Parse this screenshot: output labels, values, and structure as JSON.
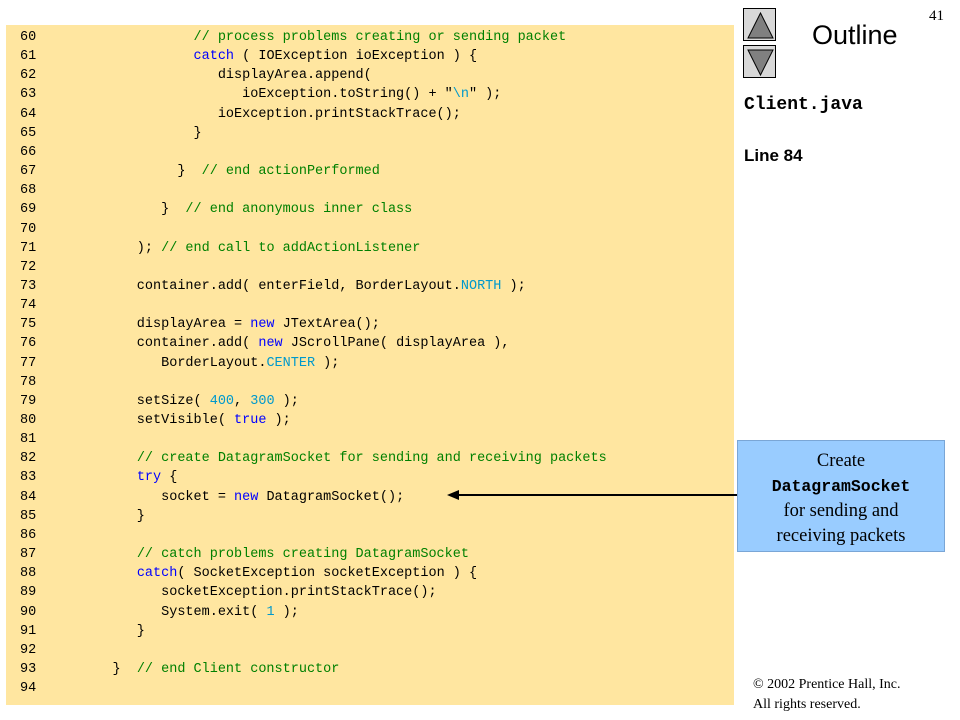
{
  "slide": {
    "number": "41",
    "outline_title": "Outline",
    "file_name": "Client.java",
    "line_ref": "Line 84"
  },
  "callout": {
    "line1": "Create",
    "line2": "DatagramSocket",
    "line3": "for sending and",
    "line4": "receiving packets"
  },
  "footer": {
    "copyright": "© 2002 Prentice Hall, Inc.",
    "rights": "All rights reserved."
  },
  "code": [
    {
      "n": "60",
      "segs": [
        {
          "t": "               "
        },
        {
          "t": "// process problems creating or sending packet",
          "c": "cm"
        }
      ]
    },
    {
      "n": "61",
      "segs": [
        {
          "t": "               "
        },
        {
          "t": "catch",
          "c": "kw"
        },
        {
          "t": " ( IOException ioException ) {"
        }
      ]
    },
    {
      "n": "62",
      "segs": [
        {
          "t": "                  displayArea.append("
        }
      ]
    },
    {
      "n": "63",
      "segs": [
        {
          "t": "                     ioException.toString() + \""
        },
        {
          "t": "\\n",
          "c": "cn"
        },
        {
          "t": "\" );"
        }
      ]
    },
    {
      "n": "64",
      "segs": [
        {
          "t": "                  ioException.printStackTrace();"
        }
      ]
    },
    {
      "n": "65",
      "segs": [
        {
          "t": "               }"
        }
      ]
    },
    {
      "n": "66",
      "segs": []
    },
    {
      "n": "67",
      "segs": [
        {
          "t": "             }  "
        },
        {
          "t": "// end actionPerformed",
          "c": "cm"
        }
      ]
    },
    {
      "n": "68",
      "segs": []
    },
    {
      "n": "69",
      "segs": [
        {
          "t": "           }  "
        },
        {
          "t": "// end anonymous inner class",
          "c": "cm"
        }
      ]
    },
    {
      "n": "70",
      "segs": []
    },
    {
      "n": "71",
      "segs": [
        {
          "t": "        ); "
        },
        {
          "t": "// end call to addActionListener",
          "c": "cm"
        }
      ]
    },
    {
      "n": "72",
      "segs": []
    },
    {
      "n": "73",
      "segs": [
        {
          "t": "        container.add( enterField, BorderLayout."
        },
        {
          "t": "NORTH",
          "c": "cn"
        },
        {
          "t": " );"
        }
      ]
    },
    {
      "n": "74",
      "segs": []
    },
    {
      "n": "75",
      "segs": [
        {
          "t": "        displayArea = "
        },
        {
          "t": "new",
          "c": "kw"
        },
        {
          "t": " JTextArea();"
        }
      ]
    },
    {
      "n": "76",
      "segs": [
        {
          "t": "        container.add( "
        },
        {
          "t": "new",
          "c": "kw"
        },
        {
          "t": " JScrollPane( displayArea ),"
        }
      ]
    },
    {
      "n": "77",
      "segs": [
        {
          "t": "           BorderLayout."
        },
        {
          "t": "CENTER",
          "c": "cn"
        },
        {
          "t": " );"
        }
      ]
    },
    {
      "n": "78",
      "segs": []
    },
    {
      "n": "79",
      "segs": [
        {
          "t": "        setSize( "
        },
        {
          "t": "400",
          "c": "cn"
        },
        {
          "t": ", "
        },
        {
          "t": "300",
          "c": "cn"
        },
        {
          "t": " );"
        }
      ]
    },
    {
      "n": "80",
      "segs": [
        {
          "t": "        setVisible( "
        },
        {
          "t": "true",
          "c": "kw"
        },
        {
          "t": " );"
        }
      ]
    },
    {
      "n": "81",
      "segs": []
    },
    {
      "n": "82",
      "segs": [
        {
          "t": "        "
        },
        {
          "t": "// create DatagramSocket for sending and receiving packets",
          "c": "cm"
        }
      ]
    },
    {
      "n": "83",
      "segs": [
        {
          "t": "        "
        },
        {
          "t": "try",
          "c": "kw"
        },
        {
          "t": " {"
        }
      ]
    },
    {
      "n": "84",
      "segs": [
        {
          "t": "           socket = "
        },
        {
          "t": "new",
          "c": "kw"
        },
        {
          "t": " DatagramSocket();"
        }
      ]
    },
    {
      "n": "85",
      "segs": [
        {
          "t": "        }"
        }
      ]
    },
    {
      "n": "86",
      "segs": []
    },
    {
      "n": "87",
      "segs": [
        {
          "t": "        "
        },
        {
          "t": "// catch problems creating DatagramSocket",
          "c": "cm"
        }
      ]
    },
    {
      "n": "88",
      "segs": [
        {
          "t": "        "
        },
        {
          "t": "catch",
          "c": "kw"
        },
        {
          "t": "( SocketException socketException ) {"
        }
      ]
    },
    {
      "n": "89",
      "segs": [
        {
          "t": "           socketException.printStackTrace();"
        }
      ]
    },
    {
      "n": "90",
      "segs": [
        {
          "t": "           System.exit( "
        },
        {
          "t": "1",
          "c": "cn"
        },
        {
          "t": " );"
        }
      ]
    },
    {
      "n": "91",
      "segs": [
        {
          "t": "        }"
        }
      ]
    },
    {
      "n": "92",
      "segs": []
    },
    {
      "n": "93",
      "segs": [
        {
          "t": "     }  "
        },
        {
          "t": "// end Client constructor",
          "c": "cm"
        }
      ]
    },
    {
      "n": "94",
      "segs": []
    }
  ],
  "colors": {
    "code_bg": "#FFE6A0",
    "callout_bg": "#99CCFF",
    "keyword": "#0000ff",
    "comment": "#008000",
    "constant": "#0099cc"
  },
  "icons": {
    "up": "triangle-up-icon",
    "down": "triangle-down-icon"
  }
}
